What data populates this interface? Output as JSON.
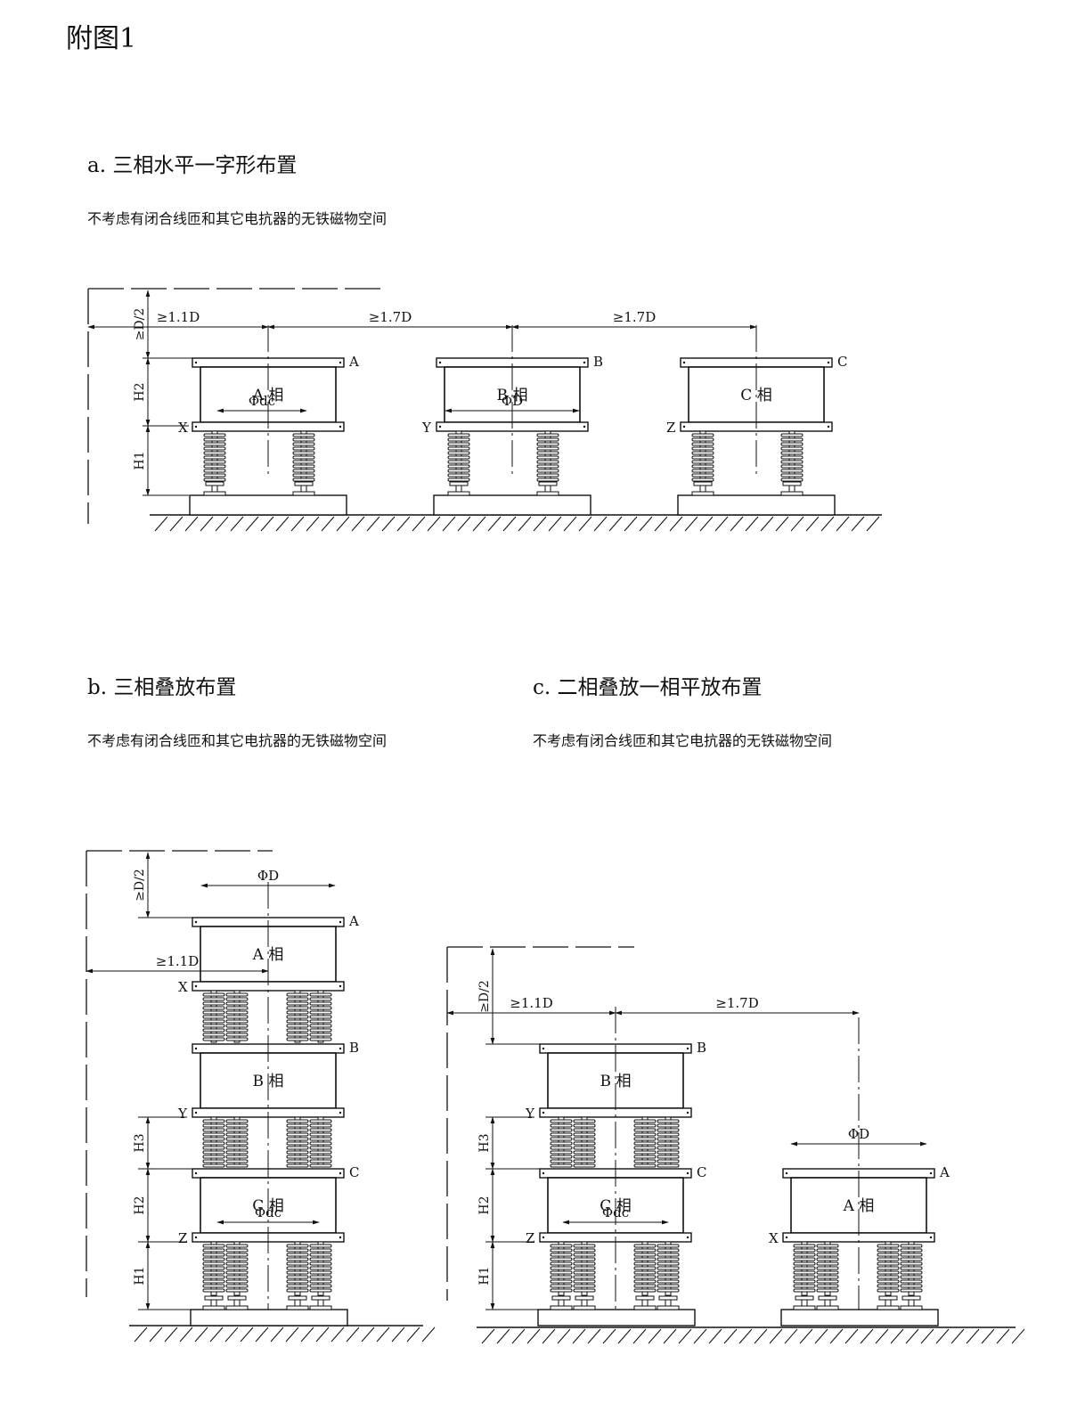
{
  "page_title": "附图1",
  "sections": {
    "a": {
      "title": "a.  三相水平一字形布置",
      "note": "不考虑有闭合线匝和其它电抗器的无铁磁物空间"
    },
    "b": {
      "title": "b.  三相叠放布置",
      "note": "不考虑有闭合线匝和其它电抗器的无铁磁物空间"
    },
    "c": {
      "title": "c.  二相叠放一相平放布置",
      "note": "不考虑有闭合线匝和其它电抗器的无铁磁物空间"
    }
  },
  "labels": {
    "phase_a": "A 相",
    "phase_b": "B 相",
    "phase_c": "C 相",
    "A": "A",
    "B": "B",
    "C": "C",
    "X": "X",
    "Y": "Y",
    "Z": "Z",
    "phiD": "ΦD",
    "phidc": "Φdc",
    "clear_side": "≥1.1D",
    "clear_between": "≥1.7D",
    "clear_top": "≥D/2",
    "H1": "H1",
    "H2": "H2",
    "H3": "H3"
  },
  "colors": {
    "line": "#111111",
    "background": "#ffffff"
  }
}
